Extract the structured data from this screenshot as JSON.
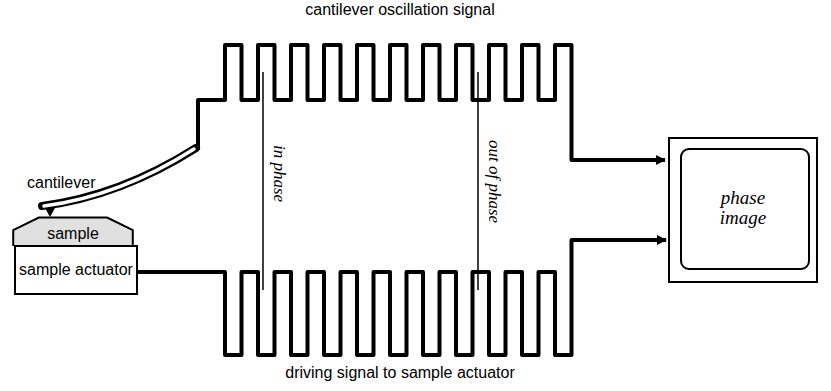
{
  "diagram": {
    "nodes": [
      {
        "text": [
          "sample"
        ]
      },
      {
        "text": [
          "sample actuator"
        ]
      },
      {
        "text": [
          "phase image"
        ]
      }
    ],
    "edges": [
      {
        "from": 1,
        "to": 2,
        "arrow": "to",
        "label": "driving signal to sample actuator"
      }
    ],
    "labels": [
      "cantilever oscillation signal",
      "cantilever",
      "in phase",
      "out of phase"
    ]
  }
}
